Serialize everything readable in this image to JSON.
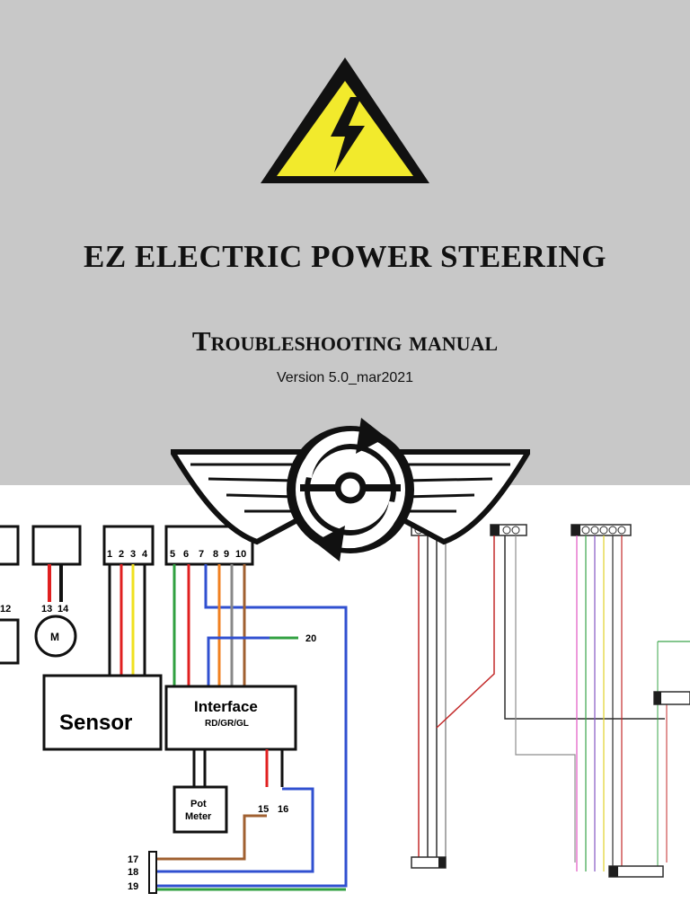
{
  "cover": {
    "title": "EZ ELECTRIC POWER STEERING",
    "subtitle": "Troubleshooting manual",
    "version": "Version 5.0_mar2021"
  },
  "icons": {
    "warning": "high-voltage-warning-icon",
    "logo": "ez-winged-steering-logo"
  },
  "colors": {
    "header_bg": "#c8c8c8",
    "warning_yellow": "#f2ea2c",
    "wire_red": "#e02020",
    "wire_blue": "#3050d0",
    "wire_green": "#30a040",
    "wire_orange": "#f08020",
    "wire_brown": "#a06030",
    "wire_yellow": "#f0e020"
  },
  "diagram": {
    "pins_12": [
      "12"
    ],
    "pins_motor": [
      "13",
      "14"
    ],
    "pins_sensor": [
      "1",
      "2",
      "3",
      "4"
    ],
    "pins_interface": [
      "5",
      "6",
      "7",
      "8",
      "9",
      "10"
    ],
    "motor_label": "M",
    "sensor_label": "Sensor",
    "interface_label": "Interface",
    "interface_sub": "RD/GR/GL",
    "pot_label_1": "Pot",
    "pot_label_2": "Meter",
    "pin_20": "20",
    "pin_15": "15",
    "pin_16": "16",
    "pin_17": "17",
    "pin_18": "18",
    "pin_19": "19"
  }
}
